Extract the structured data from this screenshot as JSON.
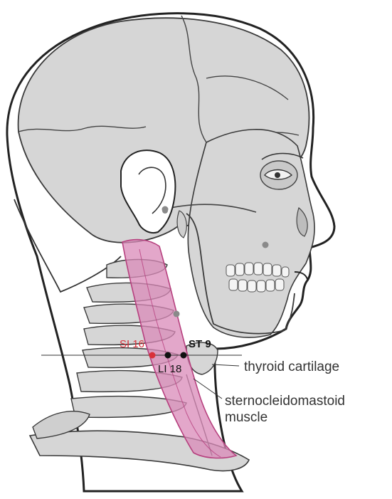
{
  "points": {
    "si16": {
      "label": "SI 16",
      "color": "#d9303a"
    },
    "st9": {
      "label": "ST 9",
      "color": "#111111"
    },
    "li18": {
      "label": "LI 18",
      "color": "#111111"
    }
  },
  "callouts": {
    "thyroid": "thyroid cartilage",
    "scm_line1": "sternocleidomastoid",
    "scm_line2": "muscle"
  },
  "colors": {
    "skull_fill": "#d6d6d6",
    "outline": "#3a3a3a",
    "muscle_fill": "#d98ab8",
    "muscle_stroke": "#b6407e",
    "point_gray": "#8a8a8a"
  }
}
